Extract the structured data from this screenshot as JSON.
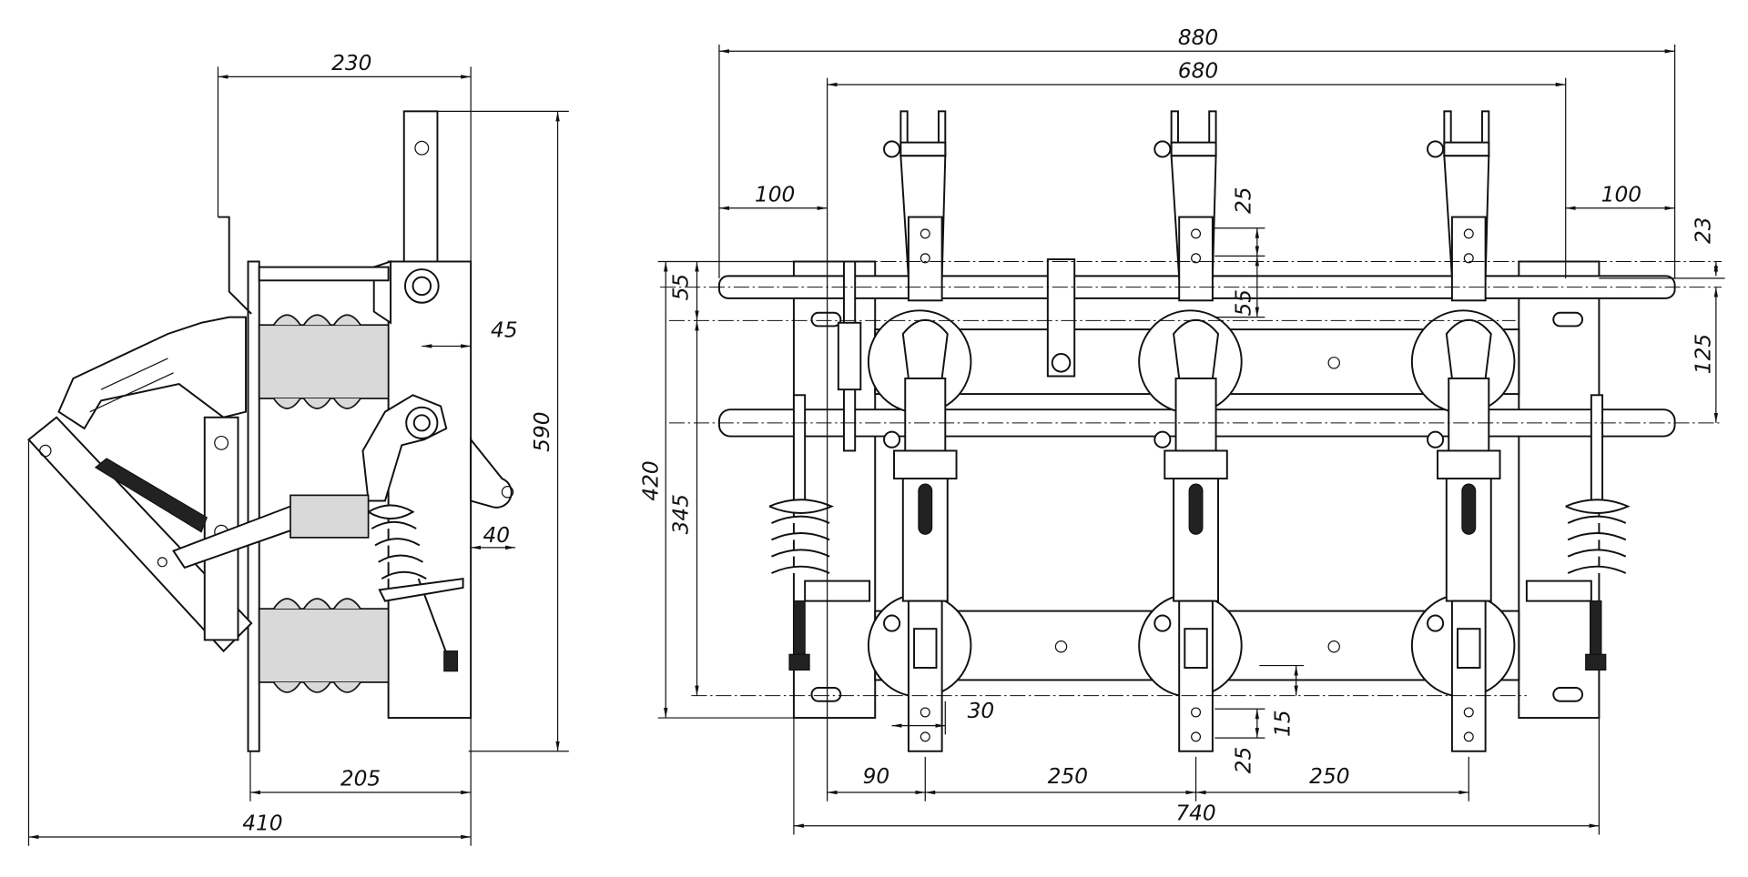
{
  "drawing": {
    "side_view": {
      "dims": {
        "width_top": "230",
        "height": "590",
        "offset_45": "45",
        "offset_40": "40",
        "base_205": "205",
        "total_410": "410"
      }
    },
    "front_view": {
      "dims": {
        "overall_880": "880",
        "shaft_680": "680",
        "overhang_left": "100",
        "overhang_right": "100",
        "d23": "23",
        "d125": "125",
        "d25_top": "25",
        "d55_mid": "55",
        "d55_left": "55",
        "height_420": "420",
        "height_345": "345",
        "d30": "30",
        "d15": "15",
        "d25_bottom": "25",
        "d90": "90",
        "pitch_1": "250",
        "pitch_2": "250",
        "frame_740": "740"
      }
    }
  }
}
